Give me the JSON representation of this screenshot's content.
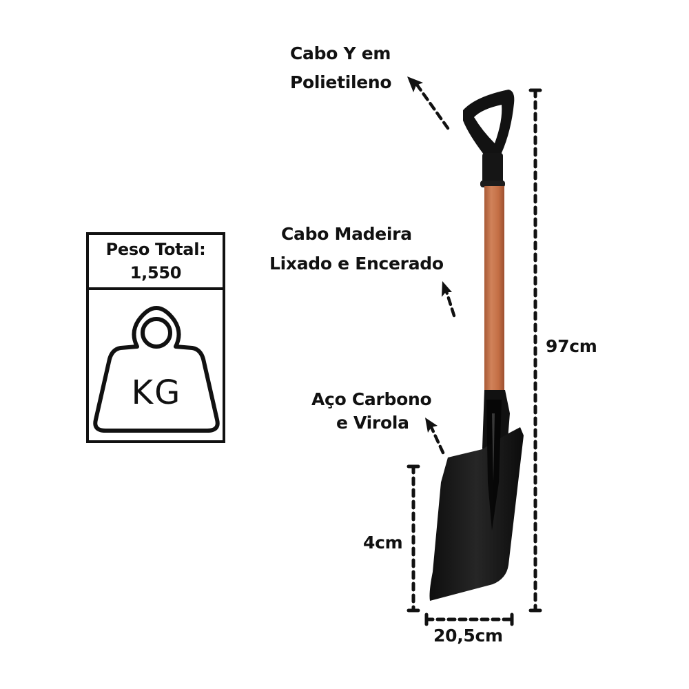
{
  "callouts": {
    "handle_grip": {
      "line1": "Cabo Y em",
      "line2": "Polietileno"
    },
    "wood_shaft": {
      "line1": "Cabo Madeira",
      "line2": "Lixado e Encerado"
    },
    "steel_blade": {
      "line1": "Aço Carbono",
      "line2": "e Virola"
    }
  },
  "dimensions": {
    "total_length": "97cm",
    "blade_height": "4cm",
    "blade_width": "20,5cm"
  },
  "weight_box": {
    "title": "Peso Total:",
    "value": "1,550",
    "icon_text": "KG",
    "icon": "weight-kg-icon"
  },
  "colors": {
    "ink": "#111111",
    "wood": "#c9744a",
    "wood_dark": "#a85a36",
    "steel": "#151515",
    "background": "#ffffff"
  }
}
